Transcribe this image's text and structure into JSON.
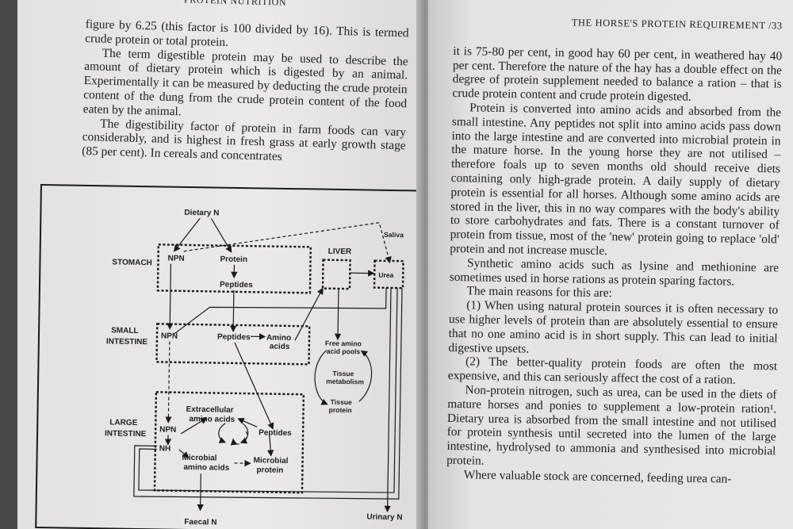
{
  "left_page": {
    "running_head": "PROTEIN NUTRITION",
    "paragraphs": [
      "figure by 6.25 (this factor is 100 divided by 16). This is termed crude protein or total protein.",
      "The term digestible protein may be used to describe the amount of dietary protein which is digested by an animal. Experimentally it can be measured by deducting the crude protein content of the dung from the crude protein content of the food eaten by the animal.",
      "The digestibility factor of protein in farm foods can vary considerably, and is highest in fresh grass at early growth stage (85 per cent). In cereals and concentrates"
    ]
  },
  "figure": {
    "dietary_n": "Dietary N",
    "saliva": "Saliva",
    "liver": "LIVER",
    "stomach": "STOMACH",
    "small_intestine_1": "SMALL",
    "small_intestine_2": "INTESTINE",
    "large_intestine_1": "LARGE",
    "large_intestine_2": "INTESTINE",
    "npn": "NPN",
    "protein": "Protein",
    "peptides": "Peptides",
    "urea": "Urea",
    "amino_acids_1": "Amino",
    "amino_acids_2": "acids",
    "free_amino_1": "Free amino",
    "free_amino_2": "acid pools",
    "tissue_metabolism_1": "Tissue",
    "tissue_metabolism_2": "metabolism",
    "tissue_protein_1": "Tissue",
    "tissue_protein_2": "protein",
    "extracellular_1": "Extracellular",
    "extracellular_2": "amino acids",
    "nh3": "NH",
    "microbial_aa_1": "Microbial",
    "microbial_aa_2": "amino acids",
    "microbial_protein_1": "Microbial",
    "microbial_protein_2": "protein",
    "faecal_n": "Faecal N",
    "urinary_n": "Urinary N"
  },
  "right_page": {
    "running_head": "THE HORSE'S PROTEIN REQUIREMENT /33",
    "paragraphs": [
      "it is 75-80 per cent, in good hay 60 per cent, in weathered hay 40 per cent. Therefore the nature of the hay has a double effect on the degree of protein supplement needed to balance a ration – that is crude protein content and crude protein digested.",
      "Protein is converted into amino acids and absorbed from the small intestine. Any peptides not split into amino acids pass down into the large intestine and are converted into microbial protein in the mature horse. In the young horse they are not utilised – therefore foals up to seven months old should receive diets containing only high-grade protein. A daily supply of dietary protein is essential for all horses. Although some amino acids are stored in the liver, this in no way compares with the body's ability to store carbohydrates and fats. There is a constant turnover of protein from tissue, most of the 'new' protein going to replace 'old' protein and not increase muscle.",
      "Synthetic amino acids such as lysine and methionine are sometimes used in horse rations as protein sparing factors.",
      "The main reasons for this are:",
      "(1) When using natural protein sources it is often necessary to use higher levels of protein than are absolutely essential to ensure that no one amino acid is in short supply. This can lead to initial digestive upsets.",
      "(2) The better-quality protein foods are often the most expensive, and this can seriously affect the cost of a ration.",
      "Non-protein nitrogen, such as urea, can be used in the diets of mature horses and ponies to supplement a low-protein ration¹. Dietary urea is absorbed from the small intestine and not utilised for protein synthesis until secreted into the lumen of the large intestine, hydrolysed to ammonia and synthesised into microbial protein.",
      "Where valuable stock are concerned, feeding urea can-"
    ]
  }
}
